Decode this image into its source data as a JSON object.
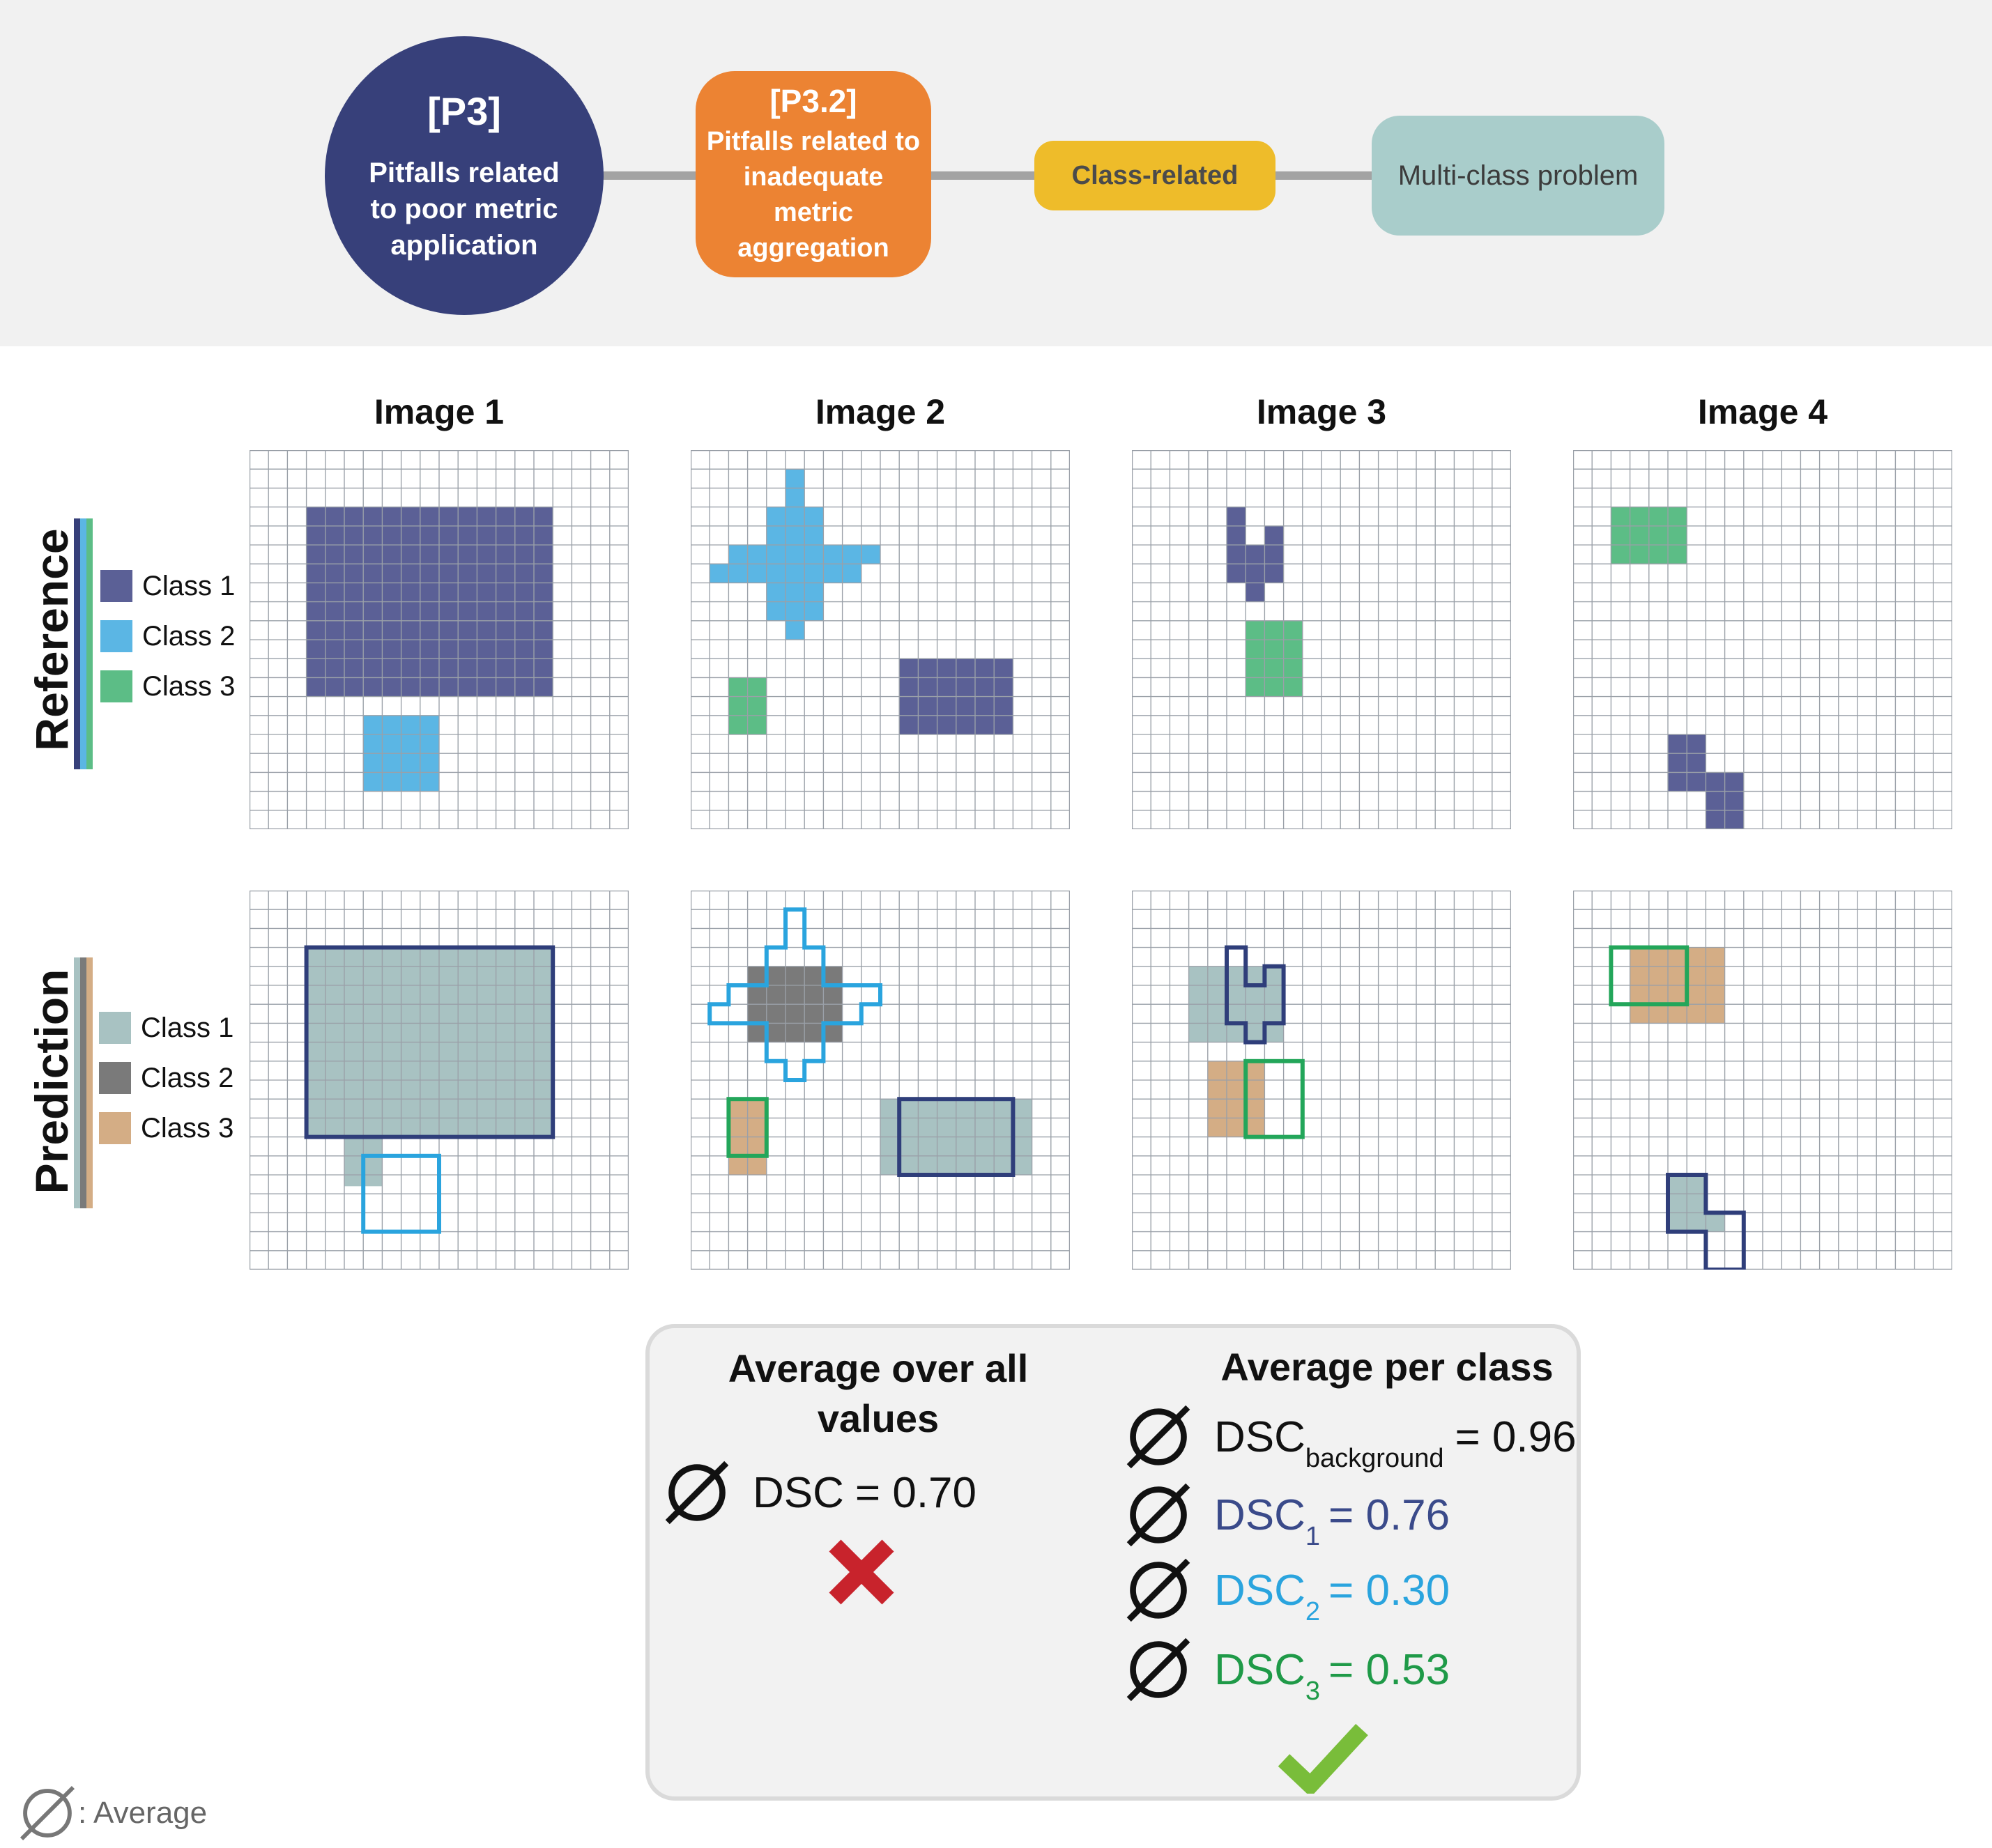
{
  "header": {
    "nodes": [
      {
        "id": "[P3]",
        "text": "Pitfalls related to poor metric application",
        "color": "#37407a"
      },
      {
        "id": "[P3.2]",
        "text": "Pitfalls related to inadequate metric aggregation",
        "color": "#ec8333"
      },
      {
        "text": "Class-related",
        "color": "#eebc2a"
      },
      {
        "text": "Multi-class problem",
        "color": "#a9cdcb"
      }
    ]
  },
  "images": {
    "titles": [
      "Image 1",
      "Image 2",
      "Image 3",
      "Image 4"
    ],
    "grid_cells": 20
  },
  "reference": {
    "label": "Reference",
    "legend": [
      {
        "label": "Class 1",
        "color": "#5b6096"
      },
      {
        "label": "Class 2",
        "color": "#5bb6e4"
      },
      {
        "label": "Class 3",
        "color": "#5cbd86"
      }
    ]
  },
  "prediction": {
    "label": "Prediction",
    "legend": [
      {
        "label": "Class 1",
        "color": "#a8c2c2"
      },
      {
        "label": "Class 2",
        "color": "#7a7a7a"
      },
      {
        "label": "Class 3",
        "color": "#d4ad85"
      }
    ],
    "outline_colors": {
      "class1": "#2f3e7a",
      "class2": "#2aa4de",
      "class3": "#23a65a"
    }
  },
  "results": {
    "all_values": {
      "heading": "Average over all values",
      "metric": "DSC",
      "value": "= 0.70",
      "verdict": "wrong",
      "verdict_color": "#c8232c"
    },
    "per_class": {
      "heading": "Average per class",
      "rows": [
        {
          "metric": "DSC",
          "sub": "background",
          "value": "= 0.96",
          "color": "#111111"
        },
        {
          "metric": "DSC",
          "sub": "1",
          "value": "= 0.76",
          "color": "#3a4a8a"
        },
        {
          "metric": "DSC",
          "sub": "2",
          "value": "= 0.30",
          "color": "#2aa4de"
        },
        {
          "metric": "DSC",
          "sub": "3",
          "value": "= 0.53",
          "color": "#1f9a48"
        }
      ],
      "verdict": "correct",
      "verdict_color": "#79bd3a"
    }
  },
  "footnote": {
    "text": ": Average"
  }
}
